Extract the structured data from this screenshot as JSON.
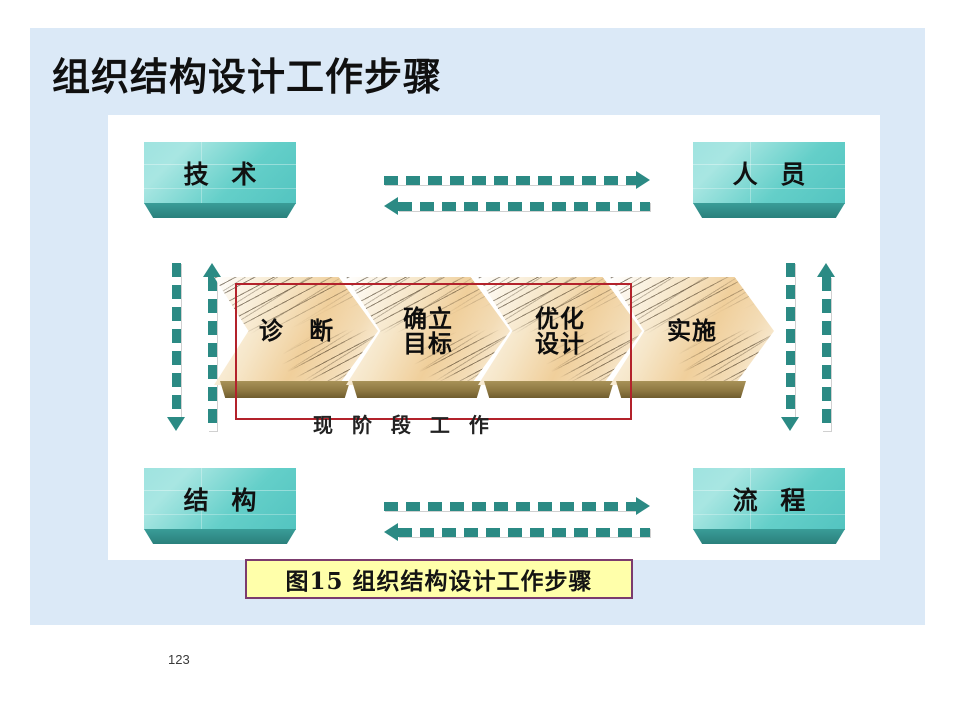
{
  "slide": {
    "title": "组织结构设计工作步骤",
    "page_number": "123",
    "background_color": "#dbe9f7",
    "panel_color": "#ffffff"
  },
  "diagram": {
    "corner_boxes": [
      {
        "id": "tech",
        "label": "技 术",
        "position": "top-left",
        "color": "#64cfc9"
      },
      {
        "id": "people",
        "label": "人 员",
        "position": "top-right",
        "color": "#64cfc9"
      },
      {
        "id": "struct",
        "label": "结 构",
        "position": "bottom-left",
        "color": "#64cfc9"
      },
      {
        "id": "proc",
        "label": "流 程",
        "position": "bottom-right",
        "color": "#64cfc9"
      }
    ],
    "arrows": {
      "color": "#2b8a84",
      "top": [
        {
          "direction": "right"
        },
        {
          "direction": "left"
        }
      ],
      "bottom": [
        {
          "direction": "right"
        },
        {
          "direction": "left"
        }
      ],
      "left": [
        {
          "direction": "down"
        },
        {
          "direction": "up"
        }
      ],
      "right": [
        {
          "direction": "down"
        },
        {
          "direction": "up"
        }
      ]
    },
    "process_steps": [
      {
        "line1": "诊 断",
        "line2": "",
        "in_scope": true
      },
      {
        "line1": "确立",
        "line2": "目标",
        "in_scope": true
      },
      {
        "line1": "优化",
        "line2": "设计",
        "in_scope": true
      },
      {
        "line1": "实施",
        "line2": "",
        "in_scope": false
      }
    ],
    "scope": {
      "label": "现 阶 段 工 作",
      "border_color": "#b3222b"
    }
  },
  "caption": {
    "text": "图15  组织结构设计工作步骤",
    "background_color": "#ffffaa",
    "border_color": "#7b3b6e"
  }
}
